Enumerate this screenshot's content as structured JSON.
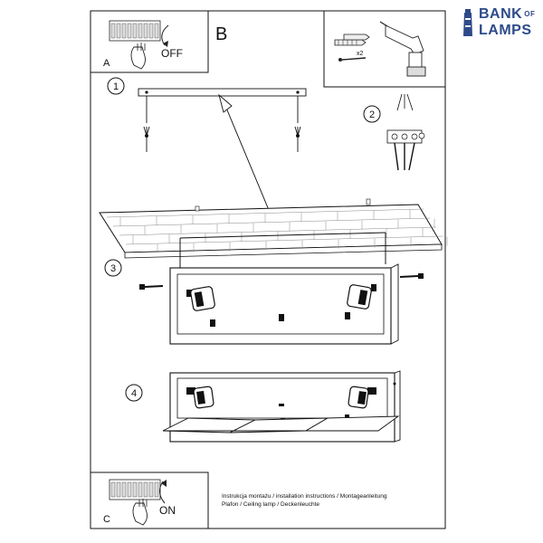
{
  "logo": {
    "word1": "BANK",
    "word2": "OF",
    "word3": "LAMPS",
    "brand_color": "#2d4a8a"
  },
  "panel_a": {
    "letter": "A",
    "state": "OFF"
  },
  "panel_c": {
    "letter": "C",
    "state": "ON"
  },
  "section_label": "B",
  "hardware": {
    "quantity": "x2"
  },
  "steps": {
    "s1": "1",
    "s2": "2",
    "s3": "3",
    "s4": "4"
  },
  "instructions": {
    "line1": "Instrukcja montażu / installation instructions / Montageanleitung",
    "line2": "Plafon / Ceiling lamp / Deckenleuchte"
  }
}
